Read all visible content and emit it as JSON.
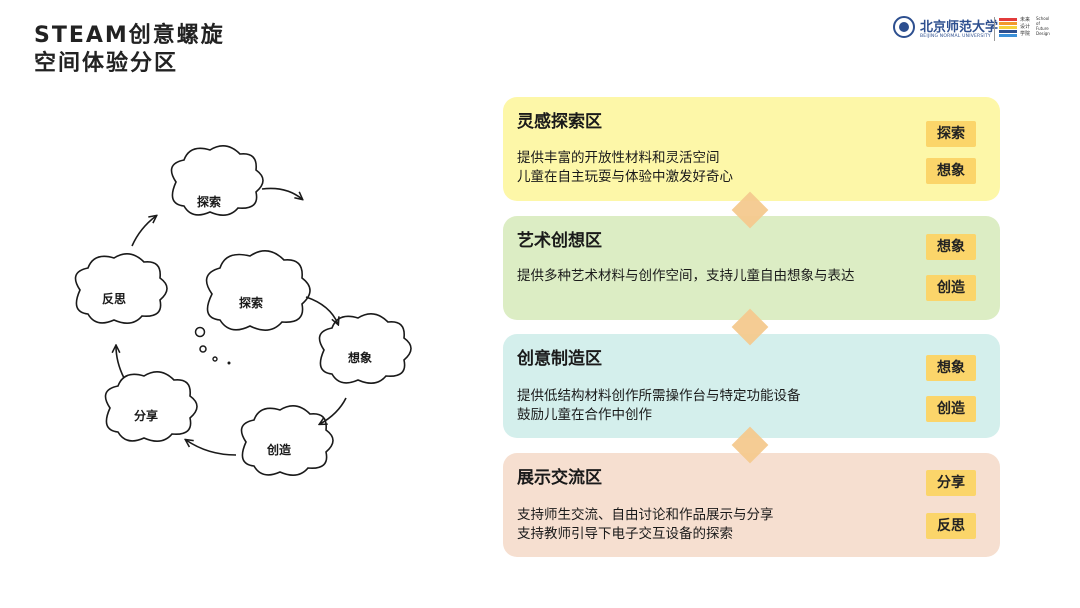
{
  "title": {
    "line1": "STEAM创意螺旋",
    "line2": "空间体验分区"
  },
  "logo": {
    "name": "北京师范大学",
    "name_en": "BEIJING NORMAL UNIVERSITY",
    "school_cn": [
      "未来",
      "设计",
      "学院"
    ],
    "school_en": [
      "School",
      "of",
      "Future",
      "Design"
    ],
    "colors": [
      "#e23b3b",
      "#f29a2e",
      "#f6d23c",
      "#2d4f8f",
      "#3a8fd8"
    ]
  },
  "cycle": {
    "outer": [
      "探索",
      "想象",
      "创造",
      "分享",
      "反思"
    ],
    "center": "探索"
  },
  "zones": [
    {
      "name": "灵感探索区",
      "desc": [
        "提供丰富的开放性材料和灵活空间",
        "儿童在自主玩耍与体验中激发好奇心"
      ],
      "tags": [
        "探索",
        "想象"
      ],
      "color": "#fdf7a8"
    },
    {
      "name": "艺术创想区",
      "desc": [
        "提供多种艺术材料与创作空间，支持儿童自由想象与表达"
      ],
      "tags": [
        "想象",
        "创造"
      ],
      "color": "#dcedc4"
    },
    {
      "name": "创意制造区",
      "desc": [
        "提供低结构材料创作所需操作台与特定功能设备",
        "鼓励儿童在合作中创作"
      ],
      "tags": [
        "想象",
        "创造"
      ],
      "color": "#d4efec"
    },
    {
      "name": "展示交流区",
      "desc": [
        "支持师生交流、自由讨论和作品展示与分享",
        "支持教师引导下电子交互设备的探索"
      ],
      "tags": [
        "分享",
        "反思"
      ],
      "color": "#f6dfd0"
    }
  ],
  "colors": {
    "tag": "#fbd56a",
    "diamond": "#f4c98e"
  }
}
